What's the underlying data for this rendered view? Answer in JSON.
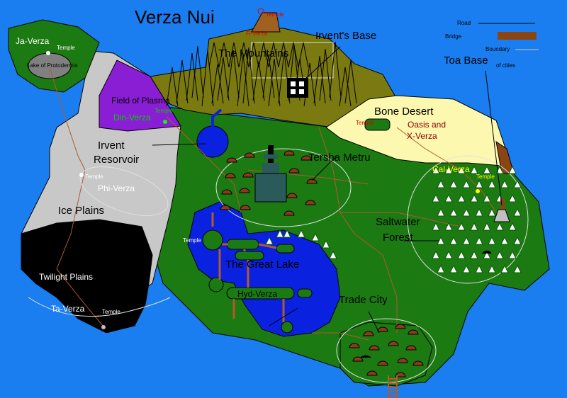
{
  "map": {
    "title": "Verza Nui",
    "legend": {
      "road": "Road",
      "bridge": "Bridge",
      "boundary": "Boundary",
      "boundary2": "of cities"
    },
    "regions": {
      "mountains": "The Mountains",
      "irvent_base": "Irvent's Base",
      "toa_base": "Toa Base",
      "bone_desert": "Bone Desert",
      "oasis_line1": "Oasis and",
      "oasis_line2": "X-Verza",
      "tersha_metru": "Tersha Metru",
      "irvent_reservoir_1": "Irvent",
      "irvent_reservoir_2": "Resorvoir",
      "ice_plains": "Ice Plains",
      "twilight_plains": "Twilight Plains",
      "great_lake": "The Great Lake",
      "trade_city": "Trade City",
      "saltwater_1": "Saltwater",
      "saltwater_2": "Forest",
      "field_of_plasma": "Field of Plasma",
      "lake_of_protodermis": "Lake of Protodermis"
    },
    "cities": {
      "ja_verza": "Ja-Verza",
      "din_verza": "Din-Verza",
      "phi_verza": "Phi-Verza",
      "ta_verza": "Ta-Verza",
      "hyd_verza": "Hyd-Verza",
      "cal_verza": "Cal-Verza",
      "fi_verza": "Fi-Verza"
    },
    "temples": {
      "label": "Temple",
      "lake_label": "Temple"
    },
    "colors": {
      "ocean": "#1a7ef0",
      "forest": "#1c7a12",
      "ice": "#c8c8c8",
      "twilight": "#000000",
      "plasma": "#8a1ed4",
      "mountain": "#7a7a10",
      "desert": "#fcf8b0",
      "lake": "#0a22e0",
      "hut": "#8b3a1a",
      "road": "#b05a30"
    }
  }
}
